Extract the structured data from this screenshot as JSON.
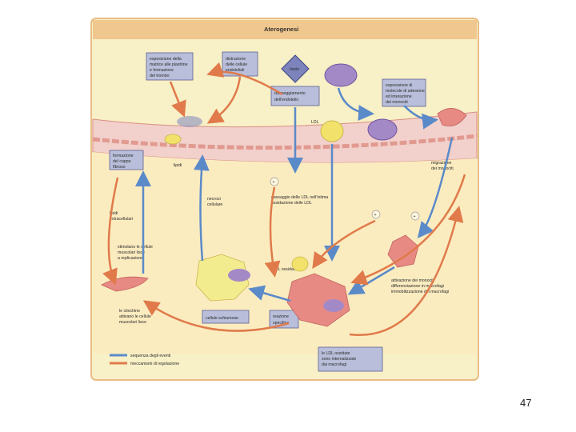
{
  "slide": {
    "page_number": "47"
  },
  "diagram": {
    "title": "Aterogenesi",
    "start_label": "Inizio",
    "boxes": {
      "platelet_matrix": [
        "esposizione della",
        "matrice alle piastrine",
        "e formazione",
        "del trombo"
      ],
      "cell_destruction": [
        "distruzione",
        "delle cellule",
        "endoteliali"
      ],
      "endothelial_damage": [
        "danneggiamento",
        "dell'endotelio"
      ],
      "adhesion_molecules": [
        "espressione di",
        "molecole di adesione",
        "ed interazione",
        "dei monociti"
      ],
      "fibrous_cap": [
        "formazione",
        "del cappo",
        "fibroso"
      ],
      "foam_cells": [
        "cellule schiumose"
      ],
      "specific_reaction": [
        "reazione",
        "specifica"
      ],
      "ox_ldl_internalized": [
        "le LDL ossidate",
        "sono internalizzate",
        "dai macrofagi"
      ]
    },
    "labels": {
      "ldl": "LDL",
      "lipids": "lipidi",
      "monocyte_migration": [
        "migrazione",
        "dei monociti"
      ],
      "ldl_passage": [
        "passaggio delle LDL nell'intima",
        "ossidazione delle LDL"
      ],
      "necrotic_cells": [
        "necrosi",
        "cellulare"
      ],
      "lipid_accumulation": [
        "lipidi",
        "extracellulari"
      ],
      "smooth_muscle_recruitment": [
        "stimolano le cellule",
        "muscolari lisce",
        "a replicazione"
      ],
      "cytokines": [
        "le citochine",
        "attivano le cellule",
        "muscolari lisce"
      ],
      "ox_ldl": "LDL ossidate",
      "macrophage_activation": [
        "attivazione dei monociti",
        "differenziazione in macrofagi",
        "immobilizzazione dei macrofagi"
      ],
      "plus_sign": "+"
    },
    "legend": {
      "sequence": "sequenza degli eventi",
      "regulation": "meccanismi di regolazione"
    },
    "colors": {
      "background": "#f8f0c6",
      "title_bar": "#f0c78e",
      "frame": "#e9bd86",
      "vessel": "#f2d0cb",
      "intima": "#fbecc0",
      "box_fill": "#b9bfda",
      "box_stroke": "#5a6094",
      "blue_arrow": "#5b8ac9",
      "orange_arrow": "#e07a4a",
      "cell_pink": "#e88a84",
      "monocyte_purple": "#a489c7",
      "lipid_yellow": "#f2e26b"
    }
  }
}
